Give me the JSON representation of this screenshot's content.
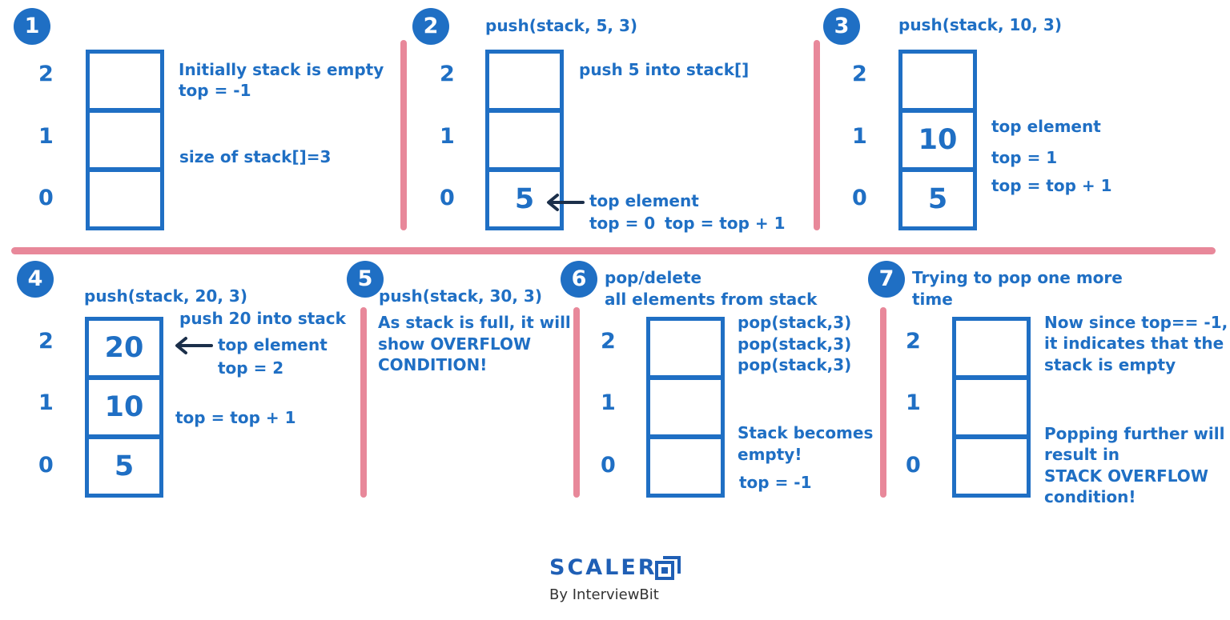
{
  "colors": {
    "primary": "#1f6fc4",
    "divider": "#e8889a",
    "arrow": "#1b2f4a",
    "brand": "#1f5fb5"
  },
  "indices": [
    "0",
    "1",
    "2"
  ],
  "panels": [
    {
      "num": "1",
      "cells": [
        "",
        "",
        ""
      ],
      "notes": [
        "Initially stack is empty",
        "top = -1",
        "size of stack[]=3"
      ]
    },
    {
      "num": "2",
      "title": "push(stack, 5, 3)",
      "cells": [
        "5",
        "",
        ""
      ],
      "notes": [
        "push 5 into stack[]",
        "top element",
        "top = 0",
        "top = top + 1"
      ]
    },
    {
      "num": "3",
      "title": "push(stack, 10, 3)",
      "cells": [
        "5",
        "10",
        ""
      ],
      "notes": [
        "top element",
        "top = 1",
        "top = top + 1"
      ]
    },
    {
      "num": "4",
      "title": "push(stack, 20, 3)",
      "cells": [
        "5",
        "10",
        "20"
      ],
      "notes": [
        "push 20 into stack",
        "top element",
        "top = 2",
        "top = top + 1"
      ]
    },
    {
      "num": "5",
      "title": "push(stack, 30, 3)",
      "notes": [
        "As stack is full, it will",
        "show OVERFLOW",
        "CONDITION!"
      ]
    },
    {
      "num": "6",
      "title": [
        "pop/delete",
        "all elements from stack"
      ],
      "cells": [
        "",
        "",
        ""
      ],
      "notes": [
        "pop(stack,3)",
        "pop(stack,3)",
        "pop(stack,3)",
        "Stack becomes",
        "empty!",
        "top = -1"
      ]
    },
    {
      "num": "7",
      "title": [
        "Trying to pop one more",
        "time"
      ],
      "cells": [
        "",
        "",
        ""
      ],
      "notes": [
        "Now since top== -1,",
        "it indicates that the",
        "stack is empty",
        "Popping further will",
        "result in",
        "STACK OVERFLOW",
        "condition!"
      ]
    }
  ],
  "brand": {
    "name": "SCALER",
    "byline": "By InterviewBit"
  }
}
